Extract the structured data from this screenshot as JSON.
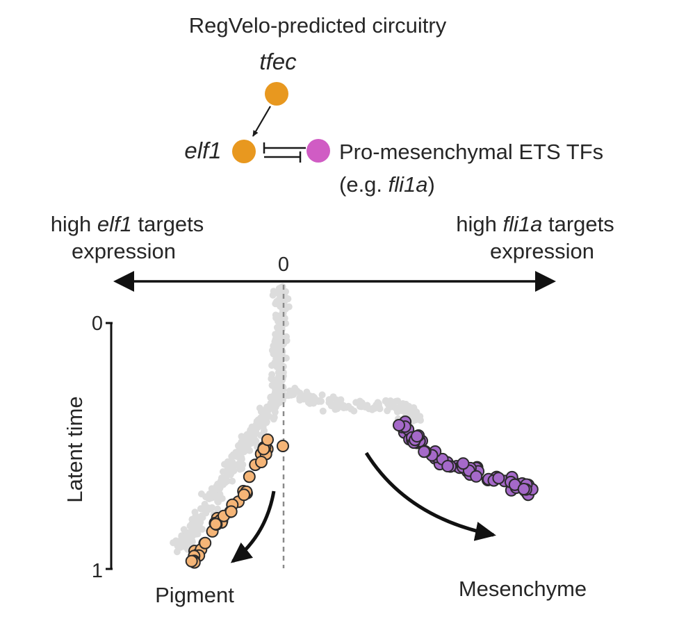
{
  "circuit": {
    "title": "RegVelo-predicted circuitry",
    "node_top": "tfec",
    "node_left": "elf1",
    "node_right": "Pro-mesenchymal ETS TFs",
    "node_right_example_prefix": "(e.g. ",
    "node_right_example_gene": "fli1a",
    "node_right_example_suffix": ")",
    "colors": {
      "tfec": "#e8981f",
      "elf1": "#e8981f",
      "ets": "#d05cc4"
    }
  },
  "axis_top": {
    "left_prefix": "high ",
    "left_gene": "elf1",
    "left_suffix": " targets",
    "left_line2": "expression",
    "right_prefix": "high ",
    "right_gene": "fli1a",
    "right_suffix": " targets",
    "right_line2": "expression",
    "zero_label": "0"
  },
  "axis_time": {
    "label": "Latent time",
    "tick_top": "0",
    "tick_bottom": "1"
  },
  "fates": {
    "pigment": "Pigment",
    "mesenchyme": "Mesenchyme"
  },
  "colors": {
    "background_cells": "#dcdcdc",
    "pigment_cells": "#f5b577",
    "mesenchyme_cells": "#a569c9",
    "outline": "#2a2a2a"
  }
}
